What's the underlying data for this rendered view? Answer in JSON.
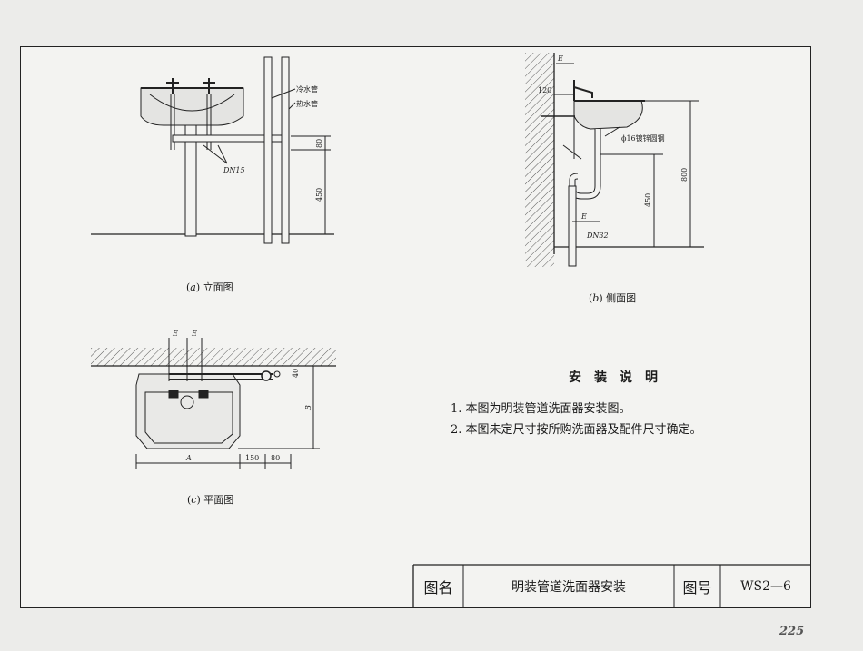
{
  "views": {
    "elevation": {
      "caption_letter": "a",
      "caption_text": "立面图",
      "cold_pipe": "冷水管",
      "hot_pipe": "热水管",
      "dim_80": "80",
      "dim_450": "450",
      "dn_label": "DN15"
    },
    "side": {
      "caption_letter": "b",
      "caption_text": "侧面图",
      "dim_e2": "E",
      "dim_120": "120",
      "rod_label": "ϕ16镀锌圆钢",
      "dim_800": "800",
      "dim_450": "450",
      "dim_e4": "E",
      "dn_label": "DN32"
    },
    "plan": {
      "caption_letter": "c",
      "caption_text": "平面图",
      "dim_e3": "E",
      "dim_e1": "E",
      "dim_a": "A",
      "dim_b": "B",
      "dim_150": "150",
      "dim_80": "80",
      "dim_40": "40"
    }
  },
  "notes": {
    "title": "安装说明",
    "items": [
      "1. 本图为明装管道洗面器安装图。",
      "2. 本图未定尺寸按所购洗面器及配件尺寸确定。"
    ]
  },
  "title_block": {
    "name_label": "图名",
    "name_value": "明装管道洗面器安装",
    "number_label": "图号",
    "number_value": "WS2—6"
  },
  "page_number": "225"
}
